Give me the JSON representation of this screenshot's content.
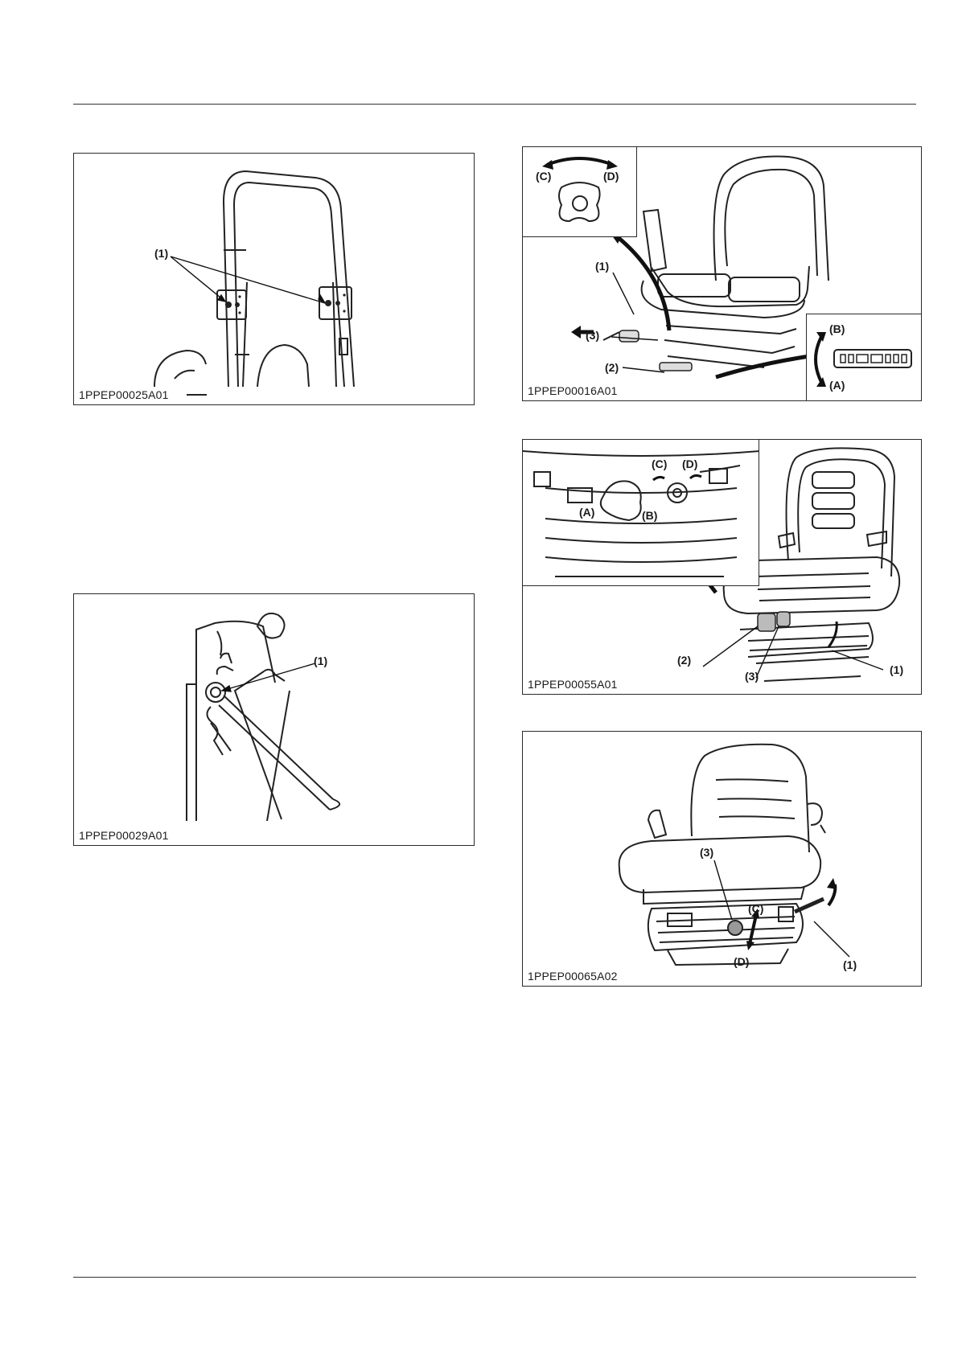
{
  "figures": {
    "fig1": {
      "code": "1PPEP00025A01",
      "labels": {
        "l1": "(1)"
      }
    },
    "fig2": {
      "code": "1PPEP00029A01",
      "labels": {
        "l1": "(1)"
      }
    },
    "fig3": {
      "code": "1PPEP00016A01",
      "labels": {
        "l1": "(1)",
        "l2": "(2)",
        "l3": "(3)",
        "lA": "(A)",
        "lB": "(B)",
        "lC": "(C)",
        "lD": "(D)"
      }
    },
    "fig4": {
      "code": "1PPEP00055A01",
      "labels": {
        "l1": "(1)",
        "l2": "(2)",
        "l3": "(3)",
        "lA": "(A)",
        "lB": "(B)",
        "lC": "(C)",
        "lD": "(D)"
      }
    },
    "fig5": {
      "code": "1PPEP00065A02",
      "labels": {
        "l1": "(1)",
        "l3": "(3)",
        "lC": "(C)",
        "lD": "(D)"
      }
    }
  }
}
